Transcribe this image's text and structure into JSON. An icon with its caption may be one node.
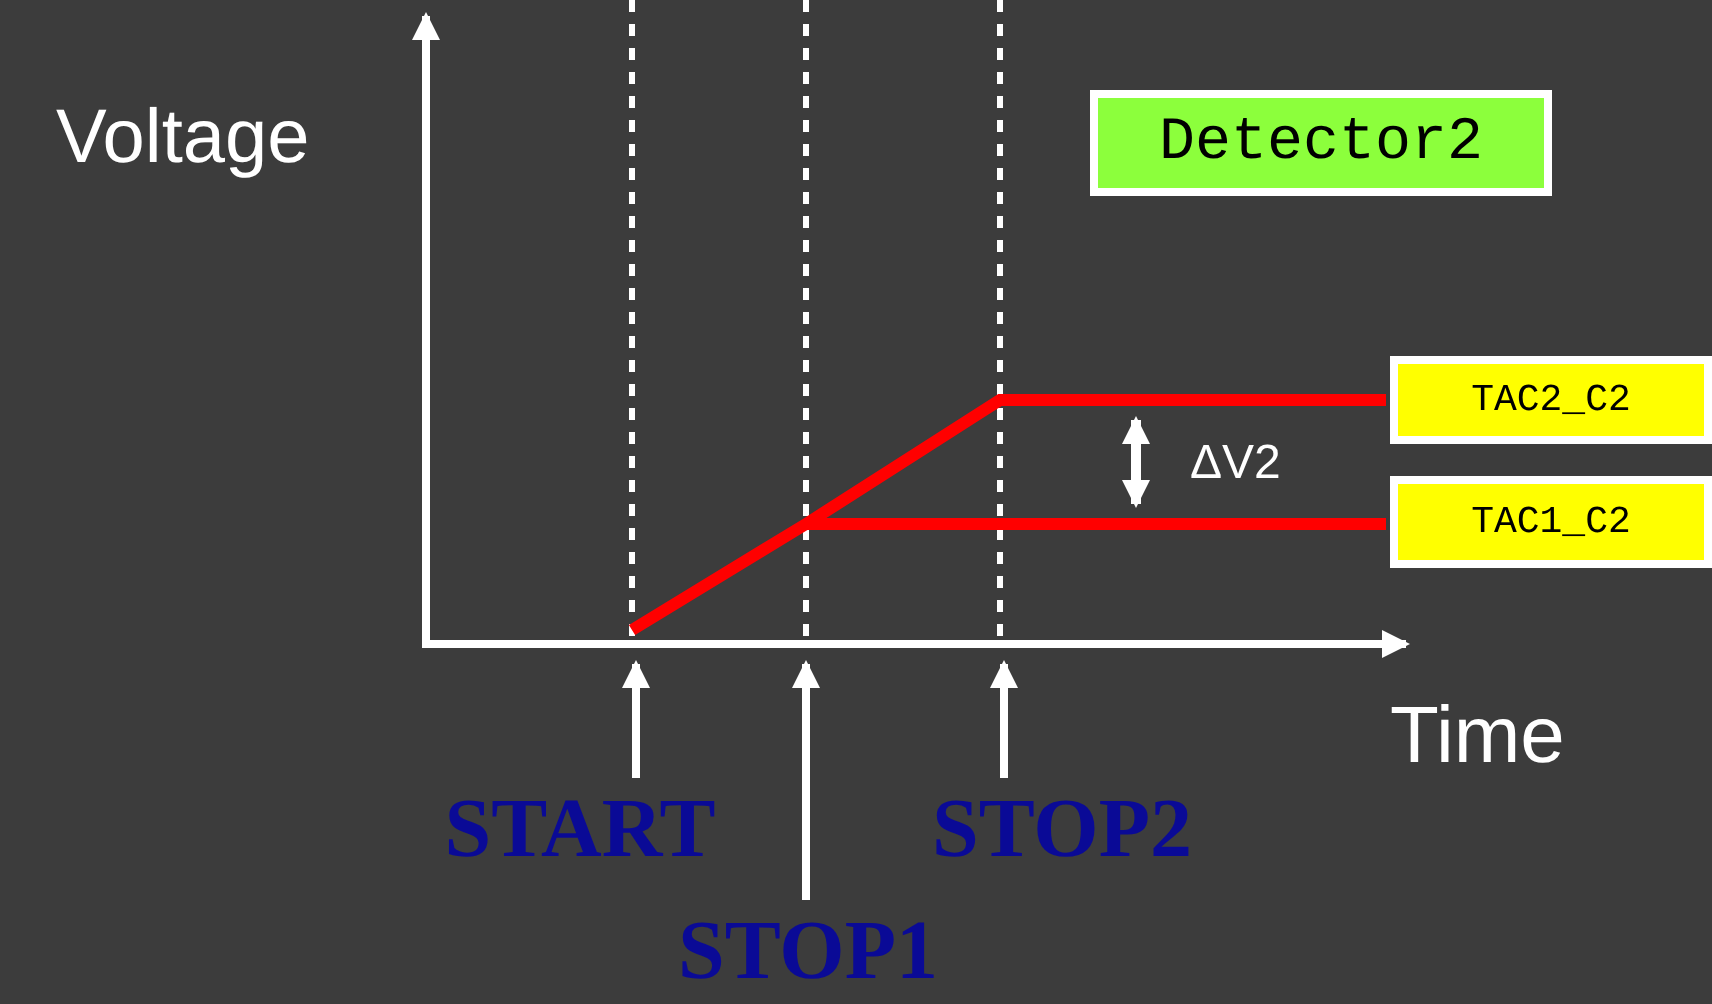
{
  "diagram": {
    "nodes": [
      {
        "text": [
          "Detector2"
        ]
      },
      {
        "text": [
          "TAC2_C2"
        ]
      },
      {
        "text": [
          "TAC1_C2"
        ]
      },
      {
        "text": [
          "START"
        ]
      },
      {
        "text": [
          "STOP1"
        ]
      },
      {
        "text": [
          "STOP2"
        ]
      },
      {
        "text": [],
        "shape": "line"
      }
    ],
    "edges": [
      {
        "from": 3,
        "to": 6,
        "arrow": "to"
      },
      {
        "from": 4,
        "to": 6,
        "arrow": "to"
      },
      {
        "from": 5,
        "to": 6,
        "arrow": "to"
      }
    ],
    "labels": [
      "Voltage",
      "ΔV2",
      "Time"
    ]
  }
}
